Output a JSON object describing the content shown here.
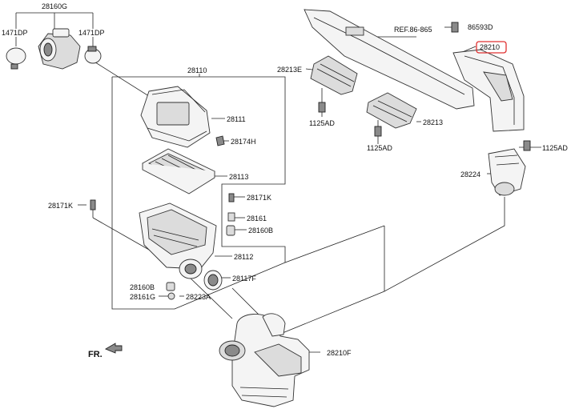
{
  "labels": {
    "p28160G": "28160G",
    "p1471DP_left": "1471DP",
    "p1471DP_right": "1471DP",
    "p28110": "28110",
    "p28111": "28111",
    "p28174H": "28174H",
    "p28113": "28113",
    "p28171K_left": "28171K",
    "p28171K_right": "28171K",
    "p28161": "28161",
    "p28160B_right": "28160B",
    "p28112": "28112",
    "p28117F": "28117F",
    "p28160B_bottom": "28160B",
    "p28161G": "28161G",
    "p28223A": "28223A",
    "ref": "REF.86-865",
    "p86593D": "86593D",
    "p28210": "28210",
    "p28213E": "28213E",
    "p1125AD_a": "1125AD",
    "p28213": "28213",
    "p1125AD_b": "1125AD",
    "p1125AD_c": "1125AD",
    "p28224": "28224",
    "p28210F": "28210F",
    "fr": "FR."
  },
  "highlight_color": "#e03030"
}
